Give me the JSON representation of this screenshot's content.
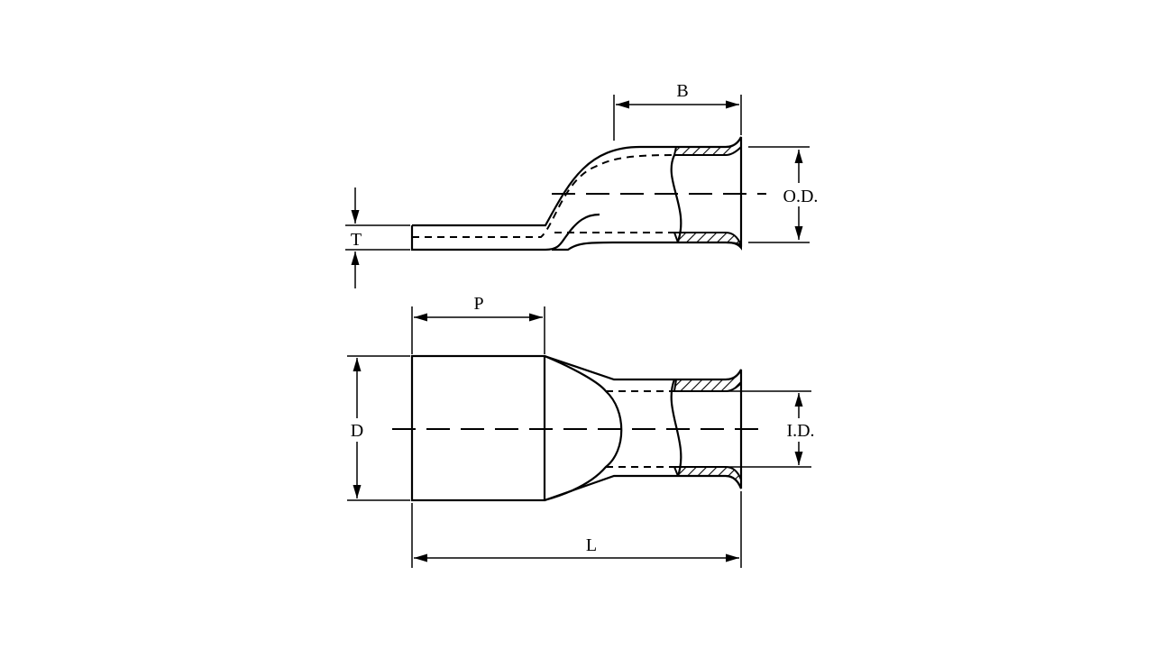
{
  "title": "Cable lug dimension drawing",
  "labels": {
    "B": "B",
    "OD": "O.D.",
    "T": "T",
    "P": "P",
    "D": "D",
    "ID": "I.D.",
    "L": "L"
  },
  "colors": {
    "line": "#000000",
    "background": "#ffffff"
  }
}
